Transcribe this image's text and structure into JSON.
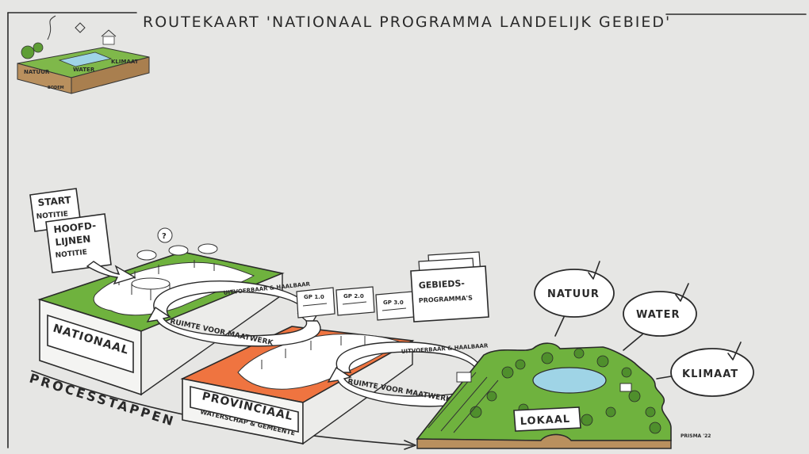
{
  "title": "ROUTEKAART 'NATIONAAL PROGRAMMA LANDELIJK GEBIED'",
  "thumbnail": {
    "labels": [
      "NATUUR",
      "WATER",
      "KLIMAAT"
    ],
    "sublabel": "BODEM"
  },
  "notes": {
    "start": [
      "START",
      "NOTITIE"
    ],
    "hoofdlijnen": [
      "HOOFD-",
      "LIJNEN",
      "NOTITIE"
    ]
  },
  "levels": {
    "nationaal": "NATIONAAL",
    "provinciaal": "PROVINCIAAL",
    "provinciaal_sub": "WATERSCHAP & GEMEENTE",
    "lokaal": "LOKAAL"
  },
  "cycle": {
    "outer": "UITVOERBAAR & HAALBAAR",
    "inner": "RUIMTE VOOR MAATWERK"
  },
  "gebiedsprogramma_sheets": [
    "GP 1.0",
    "GP 2.0",
    "GP 3.0"
  ],
  "gebiedsprogrammas": [
    "GEBIEDS-",
    "PROGRAMMA'S"
  ],
  "goals": [
    "NATUUR",
    "WATER",
    "KLIMAAT"
  ],
  "process_label": "PROCESSTAPPEN",
  "signature": "PRISMA '22",
  "colors": {
    "green": "#6fb23e",
    "orange": "#ef7440",
    "water": "#9fd4e6",
    "paper": "#e6e6e4",
    "ink": "#2a2a2a"
  }
}
